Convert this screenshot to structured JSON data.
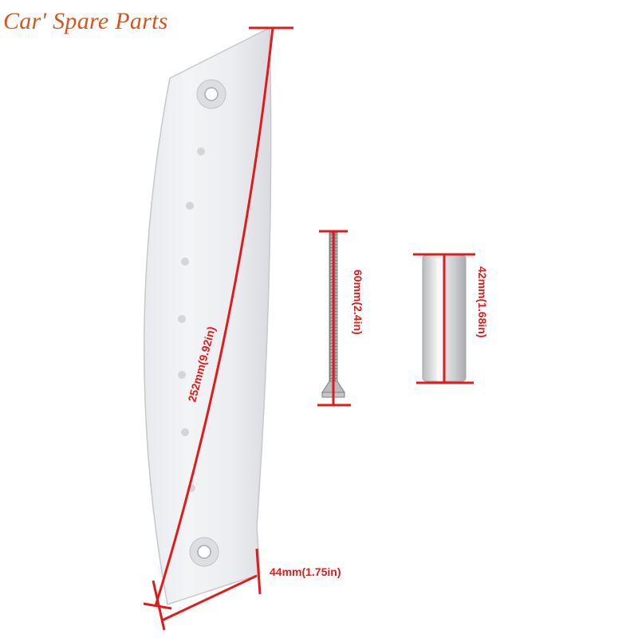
{
  "watermark": {
    "text": "Car' Spare Parts",
    "color": "#d9541c"
  },
  "dimensions": {
    "bracket_length": "252mm(9.92in)",
    "bracket_width": "44mm(1.75in)",
    "screw_length": "60mm(2.4in)",
    "pin_length": "42mm(1.68in)"
  },
  "colors": {
    "dimension_line": "#e01b1b",
    "metal_light": "#f2f2f4",
    "metal_dark": "#cfd1d6"
  }
}
